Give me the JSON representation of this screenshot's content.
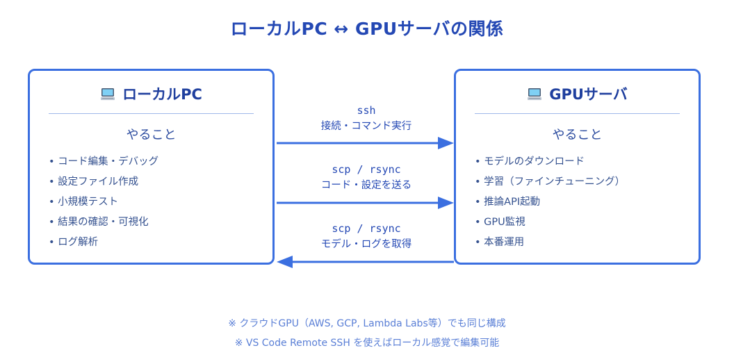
{
  "title": "ローカルPC ↔ GPUサーバの関係",
  "left_box": {
    "heading": "ローカルPC",
    "icon": "computer-icon",
    "subtitle": "やること",
    "items": [
      "コード編集・デバッグ",
      "設定ファイル作成",
      "小規模テスト",
      "結果の確認・可視化",
      "ログ解析"
    ]
  },
  "right_box": {
    "heading": "GPUサーバ",
    "icon": "computer-icon",
    "subtitle": "やること",
    "items": [
      "モデルのダウンロード",
      "学習（ファインチューニング）",
      "推論API起動",
      "GPU監視",
      "本番運用"
    ]
  },
  "connections": [
    {
      "command": "ssh",
      "description": "接続・コマンド実行",
      "direction": "to-right"
    },
    {
      "command": "scp / rsync",
      "description": "コード・設定を送る",
      "direction": "to-right"
    },
    {
      "command": "scp / rsync",
      "description": "モデル・ログを取得",
      "direction": "to-left"
    }
  ],
  "notes": [
    "※ クラウドGPU（AWS, GCP, Lambda Labs等）でも同じ構成",
    "※ VS Code Remote SSH を使えばローカル感覚で編集可能"
  ],
  "colors": {
    "accent": "#3b6fe0",
    "title": "#2448b4",
    "note": "#5a7fd6"
  }
}
